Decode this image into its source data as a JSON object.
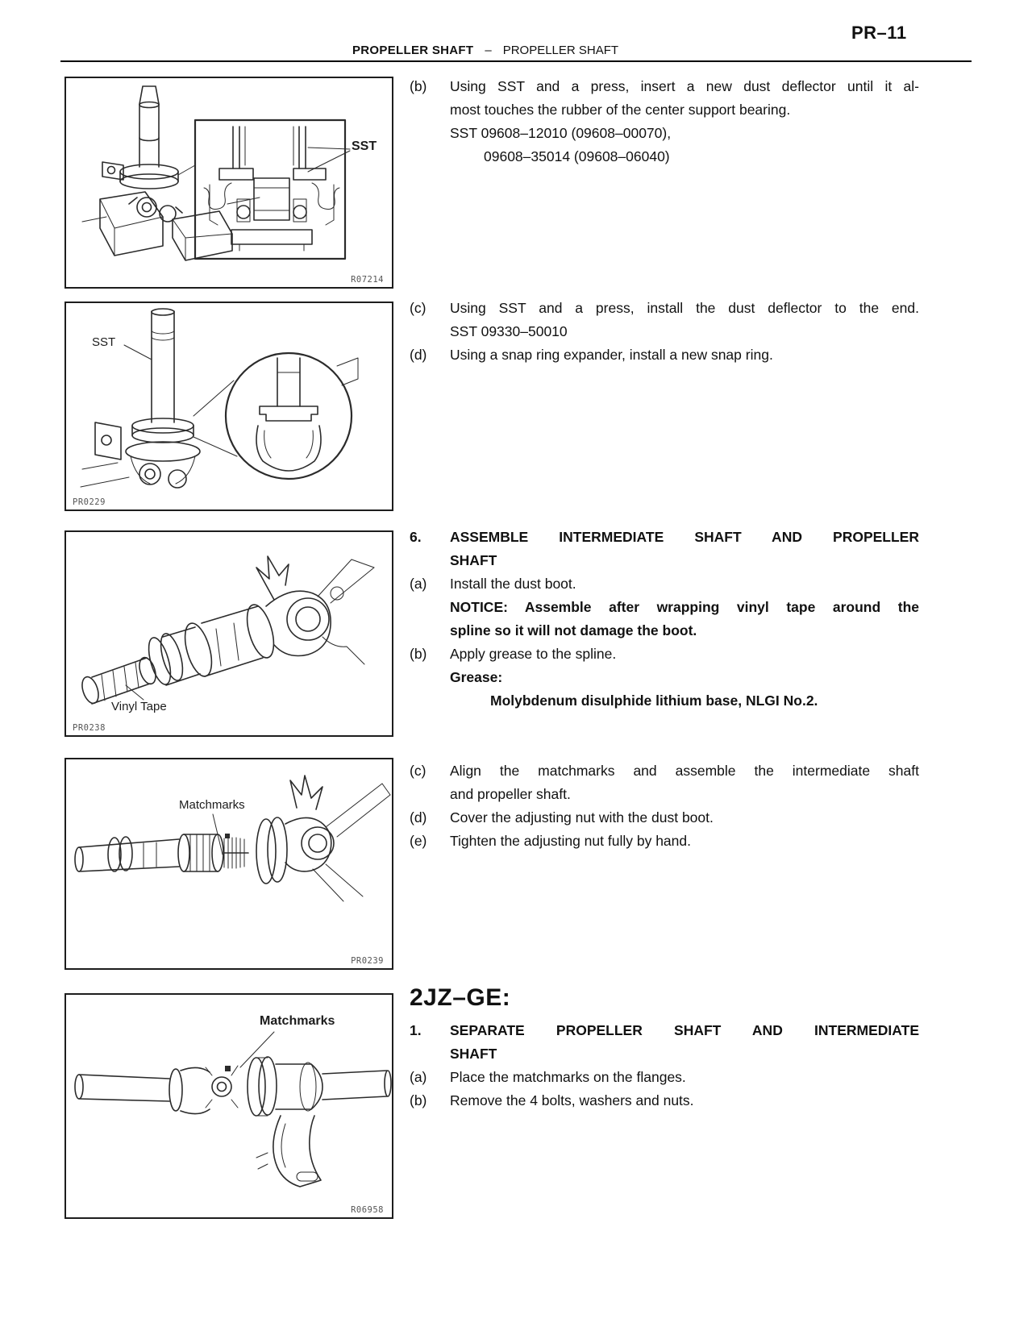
{
  "header": {
    "page_number": "PR–11",
    "section_bold": "PROPELLER SHAFT",
    "dash": "–",
    "section_regular": "PROPELLER SHAFT"
  },
  "figures": {
    "fig1": {
      "code": "R07214",
      "label_sst": "SST"
    },
    "fig2": {
      "code": "PR0229",
      "label_sst": "SST"
    },
    "fig3": {
      "code": "PR0238",
      "label_vinyl_tape": "Vinyl Tape"
    },
    "fig4": {
      "code": "PR0239",
      "label_matchmarks": "Matchmarks"
    },
    "fig5": {
      "code": "R06958",
      "label_matchmarks": "Matchmarks"
    }
  },
  "content": {
    "step_b": {
      "label": "(b)",
      "line1": "Using SST and a press, insert a new dust deflector until it al-",
      "line2": "most touches the rubber of the center support bearing.",
      "sst1": "SST 09608–12010 (09608–00070),",
      "sst2": "09608–35014 (09608–06040)"
    },
    "step_c": {
      "label": "(c)",
      "line1": "Using SST and a press, install the dust deflector to the end.",
      "sst": "SST 09330–50010"
    },
    "step_d": {
      "label": "(d)",
      "line1": "Using a snap ring expander, install a new snap ring."
    },
    "section6": {
      "number": "6.",
      "title_line1": "ASSEMBLE INTERMEDIATE SHAFT AND PROPELLER",
      "title_line2": "SHAFT",
      "a_label": "(a)",
      "a_line1": "Install the dust boot.",
      "notice_line1": "NOTICE: Assemble after wrapping vinyl tape around the",
      "notice_line2": "spline so it will not damage the boot.",
      "b_label": "(b)",
      "b_line1": "Apply grease to the spline.",
      "grease_label": "Grease:",
      "grease_spec": "Molybdenum disulphide lithium base, NLGI No.2.",
      "c_label": "(c)",
      "c_line1": "Align the matchmarks and assemble the intermediate shaft",
      "c_line2": "and propeller shaft.",
      "d_label": "(d)",
      "d_line1": "Cover the adjusting nut with the dust boot.",
      "e_label": "(e)",
      "e_line1": "Tighten the adjusting nut fully by hand."
    },
    "section_2jzge": {
      "heading": "2JZ–GE:",
      "number": "1.",
      "title_line1": "SEPARATE PROPELLER SHAFT AND INTERMEDIATE",
      "title_line2": "SHAFT",
      "a_label": "(a)",
      "a_line1": "Place the matchmarks on the flanges.",
      "b_label": "(b)",
      "b_line1": "Remove the 4 bolts, washers and nuts."
    }
  }
}
